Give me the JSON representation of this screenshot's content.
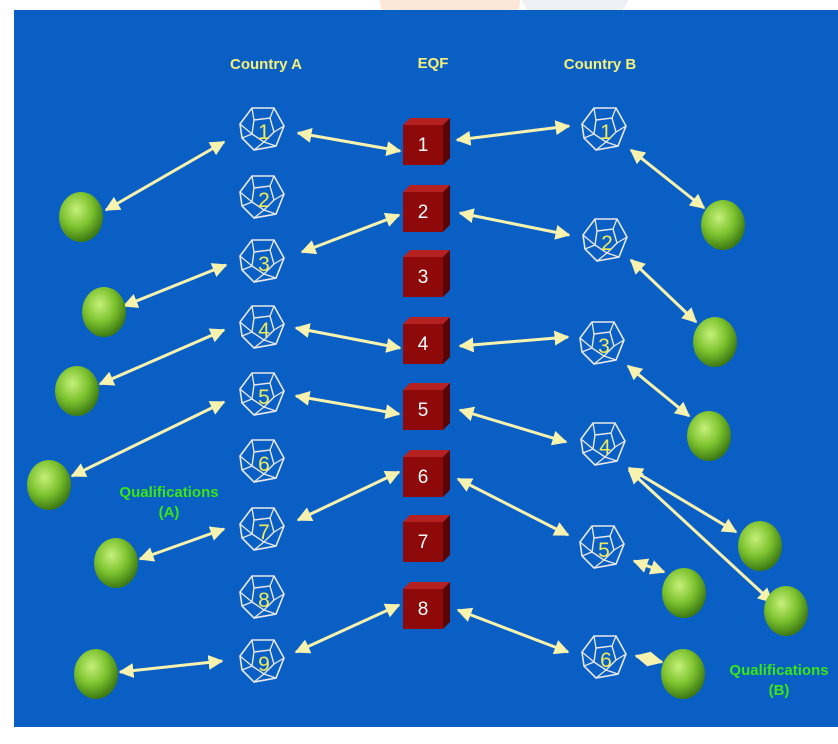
{
  "headers": {
    "country_a": "Country A",
    "eqf": "EQF",
    "country_b": "Country B"
  },
  "labels": {
    "qual_a_line1": "Qualifications",
    "qual_a_line2": "(A)",
    "qual_b_line1": "Qualifications",
    "qual_b_line2": "(B)"
  },
  "country_a_levels": [
    "1",
    "2",
    "3",
    "4",
    "5",
    "6",
    "7",
    "8",
    "9"
  ],
  "eqf_levels": [
    "1",
    "2",
    "3",
    "4",
    "5",
    "6",
    "7",
    "8"
  ],
  "country_b_levels": [
    "1",
    "2",
    "3",
    "4",
    "5",
    "6"
  ],
  "colors": {
    "background": "#0a5fc5",
    "eqf_box": "#8e0a0a",
    "arrow": "#f7f2ae",
    "qualification_node": "#5fae1f",
    "header_text": "#f5f07a",
    "qualification_text": "#39e612"
  }
}
